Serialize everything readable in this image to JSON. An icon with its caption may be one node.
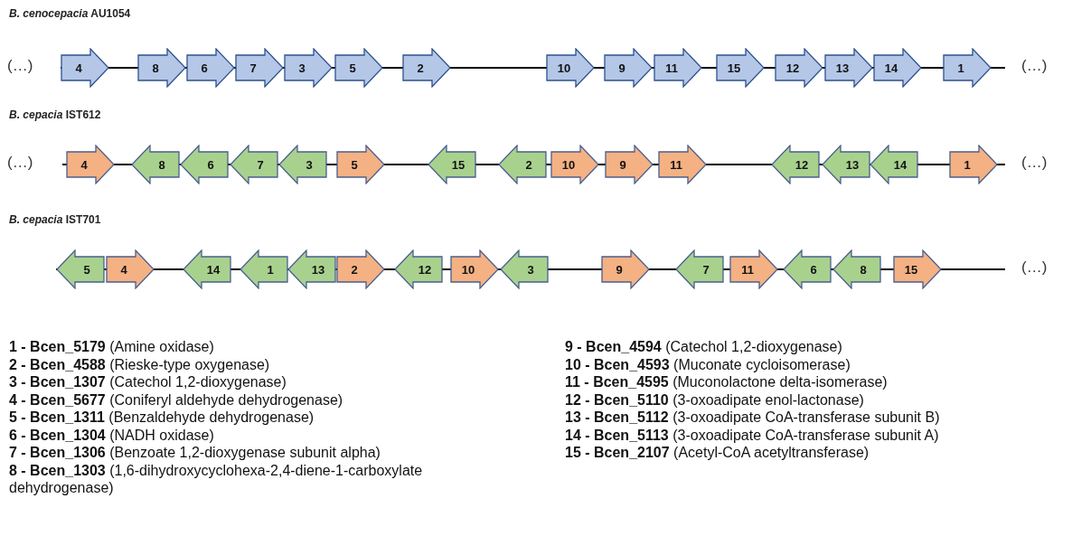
{
  "diagram": {
    "nodes": [
      {
        "text": [
          "4"
        ]
      },
      {
        "text": [
          "8"
        ]
      },
      {
        "text": [
          "6"
        ]
      },
      {
        "text": [
          "7"
        ]
      },
      {
        "text": [
          "3"
        ]
      },
      {
        "text": [
          "5"
        ]
      },
      {
        "text": [
          "2"
        ]
      },
      {
        "text": [
          "10"
        ]
      },
      {
        "text": [
          "9"
        ]
      },
      {
        "text": [
          "11"
        ]
      },
      {
        "text": [
          "15"
        ]
      },
      {
        "text": [
          "12"
        ]
      },
      {
        "text": [
          "13"
        ]
      },
      {
        "text": [
          "14"
        ]
      },
      {
        "text": [
          "1"
        ]
      },
      {
        "text": [
          "4"
        ]
      },
      {
        "text": [
          "8"
        ]
      },
      {
        "text": [
          "6"
        ]
      },
      {
        "text": [
          "7"
        ]
      },
      {
        "text": [
          "3"
        ]
      },
      {
        "text": [
          "5"
        ]
      },
      {
        "text": [
          "15"
        ]
      },
      {
        "text": [
          "2"
        ]
      },
      {
        "text": [
          "10"
        ]
      },
      {
        "text": [
          "9"
        ]
      },
      {
        "text": [
          "11"
        ]
      },
      {
        "text": [
          "12"
        ]
      },
      {
        "text": [
          "13"
        ]
      },
      {
        "text": [
          "14"
        ]
      },
      {
        "text": [
          "1"
        ]
      },
      {
        "text": [
          "5"
        ]
      },
      {
        "text": [
          "4"
        ]
      },
      {
        "text": [
          "14"
        ]
      },
      {
        "text": [
          "1"
        ]
      },
      {
        "text": [
          "13"
        ]
      },
      {
        "text": [
          "2"
        ]
      },
      {
        "text": [
          "12"
        ]
      },
      {
        "text": [
          "10"
        ]
      },
      {
        "text": [
          "3"
        ]
      },
      {
        "text": [
          "9"
        ]
      },
      {
        "text": [
          "7"
        ]
      },
      {
        "text": [
          "11"
        ]
      },
      {
        "text": [
          "6"
        ]
      },
      {
        "text": [
          "8"
        ]
      },
      {
        "text": [
          "15"
        ]
      }
    ],
    "labels": [
      "*B. cenocepacia* AU1054",
      "(…)",
      "(…)",
      "*B. cepacia* IST612",
      "(…)",
      "(…)",
      "*B. cepacia* IST701",
      "(…)",
      "**1 - Bcen_5179** (Amine oxidase)",
      "**2 - Bcen_4588** (Rieske-type oxygenase)",
      "**3 - Bcen_1307** (Catechol 1,2-dioxygenase)",
      "**4 - Bcen_5677** (Coniferyl aldehyde dehydrogenase)",
      "**5 - Bcen_1311** (Benzaldehyde dehydrogenase)",
      "**6 - Bcen_1304** (NADH oxidase)",
      "**7 - Bcen_1306** (Benzoate 1,2-dioxygenase subunit alpha)",
      "**8 - Bcen_1303** (1,6-dihydroxycyclohexa-2,4-diene-1-carboxylate dehydrogenase)",
      "**9 - Bcen_4594** (Catechol 1,2-dioxygenase)",
      "**10 - Bcen_4593** (Muconate cycloisomerase)",
      "**11 - Bcen_4595** (Muconolactone delta-isomerase)",
      "**12 - Bcen_5110** (3-oxoadipate enol-lactonase)",
      "**13 - Bcen_5112** (3-oxoadipate CoA-transferase subunit B)",
      "**14 - Bcen_5113** (3-oxoadipate CoA-transferase subunit A)",
      "**15 - Bcen_2107** (Acetyl-CoA acetyltransferase)"
    ]
  }
}
